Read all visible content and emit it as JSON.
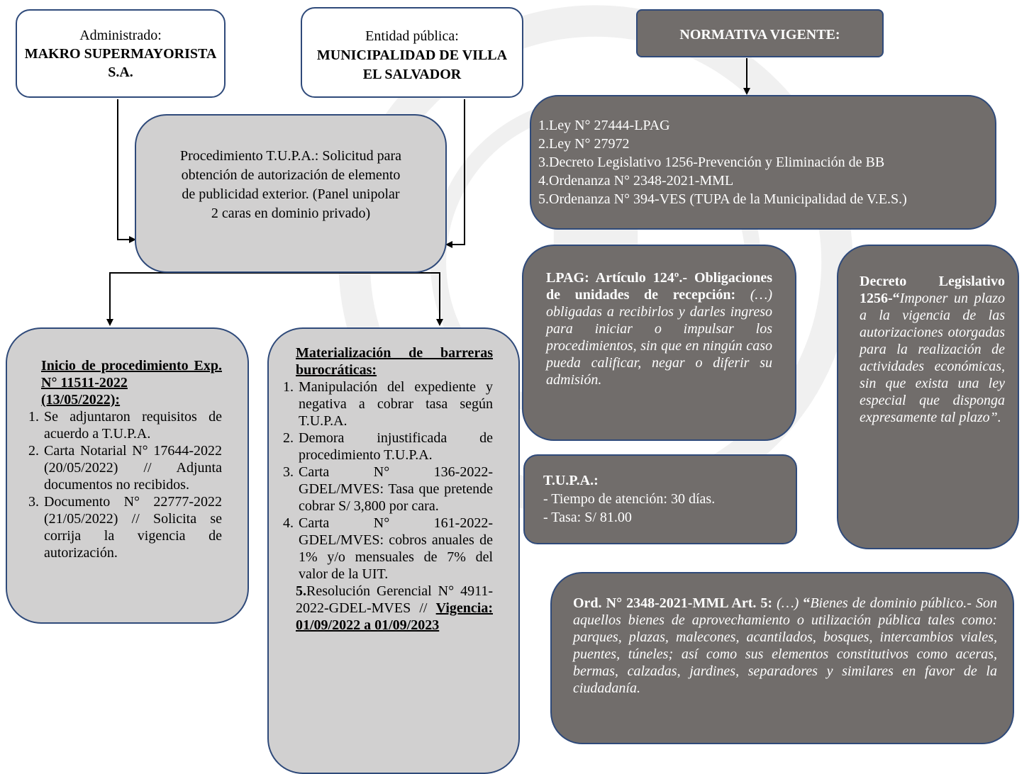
{
  "administrado": {
    "label": "Administrado:",
    "name": "MAKRO SUPERMAYORISTA S.A."
  },
  "entidad": {
    "label": "Entidad pública:",
    "name": "MUNICIPALIDAD DE VILLA EL SALVADOR"
  },
  "normativa_title": "NORMATIVA VIGENTE:",
  "normativa_items": [
    "1.Ley N° 27444-LPAG",
    "2.Ley N° 27972",
    "3.Decreto Legislativo 1256-Prevención y Eliminación de BB",
    "4.Ordenanza N° 2348-2021-MML",
    "5.Ordenanza N° 394-VES (TUPA de la Municipalidad de V.E.S.)"
  ],
  "procedimiento": "Procedimiento T.U.P.A.: Solicitud para obtención de autorización de elemento de publicidad exterior. (Panel unipolar 2 caras en dominio privado)",
  "inicio": {
    "title_1": "Inicio de procedimiento Exp. N° 11511-2022",
    "title_2": "(13/05/2022):",
    "items": [
      "Se adjuntaron requisitos de acuerdo a T.U.P.A.",
      "Carta Notarial N° 17644-2022 (20/05/2022) // Adjunta documentos no recibidos.",
      "Documento N° 22777-2022 (21/05/2022) // Solicita se corrija la vigencia de autorización."
    ]
  },
  "materializacion": {
    "title": "Materialización de barreras burocráticas:",
    "items": [
      "Manipulación del expediente y negativa a cobrar tasa según T.U.P.A.",
      "Demora injustificada de procedimiento T.U.P.A.",
      "Carta N° 136-2022-GDEL/MVES: Tasa que pretende cobrar S/ 3,800 por cara.",
      "Carta N° 161-2022-GDEL/MVES: cobros anuales de 1% y/o mensuales de 7% del valor de la UIT."
    ],
    "item5_num": "5.",
    "item5_text": "Resolución Gerencial N° 4911-2022-GDEL-MVES // ",
    "item5_bold": "Vigencia: 01/09/2022 a 01/09/2023"
  },
  "lpag": {
    "bold": "LPAG: Artículo 124º.- Obligaciones de unidades de recepción:",
    "italic": " (…) obligadas a recibirlos y darles ingreso para iniciar o impulsar los procedimientos, sin que en ningún caso pueda calificar, negar o diferir su admisión."
  },
  "decreto": {
    "bold": "Decreto Legislativo 1256-“",
    "italic": "Imponer un plazo a la vigencia de las autorizaciones otorgadas para la realización de actividades económicas, sin que exista una ley especial que disponga expresamente tal plazo”."
  },
  "tupa": {
    "title": "T.U.P.A.:",
    "line1": "- Tiempo de atención: 30 días.",
    "line2": "- Tasa: S/ 81.00"
  },
  "ordenanza": {
    "bold": "Ord. N° 2348-2021-MML Art. 5:",
    "italic1": " (…) ",
    "bold2": "“",
    "italic": "Bienes de dominio público.- Son aquellos bienes de aprovechamiento o utilización pública tales como: parques, plazas, malecones, acantilados, bosques, intercambios viales, puentes, túneles; así como sus elementos constitutivos como aceras, bermas, calzadas, jardines, separadores y similares en favor de la ciudadanía."
  },
  "colors": {
    "border": "#2f4a7a",
    "light_gray": "#d1d0d0",
    "dark_gray": "#716d6b"
  }
}
